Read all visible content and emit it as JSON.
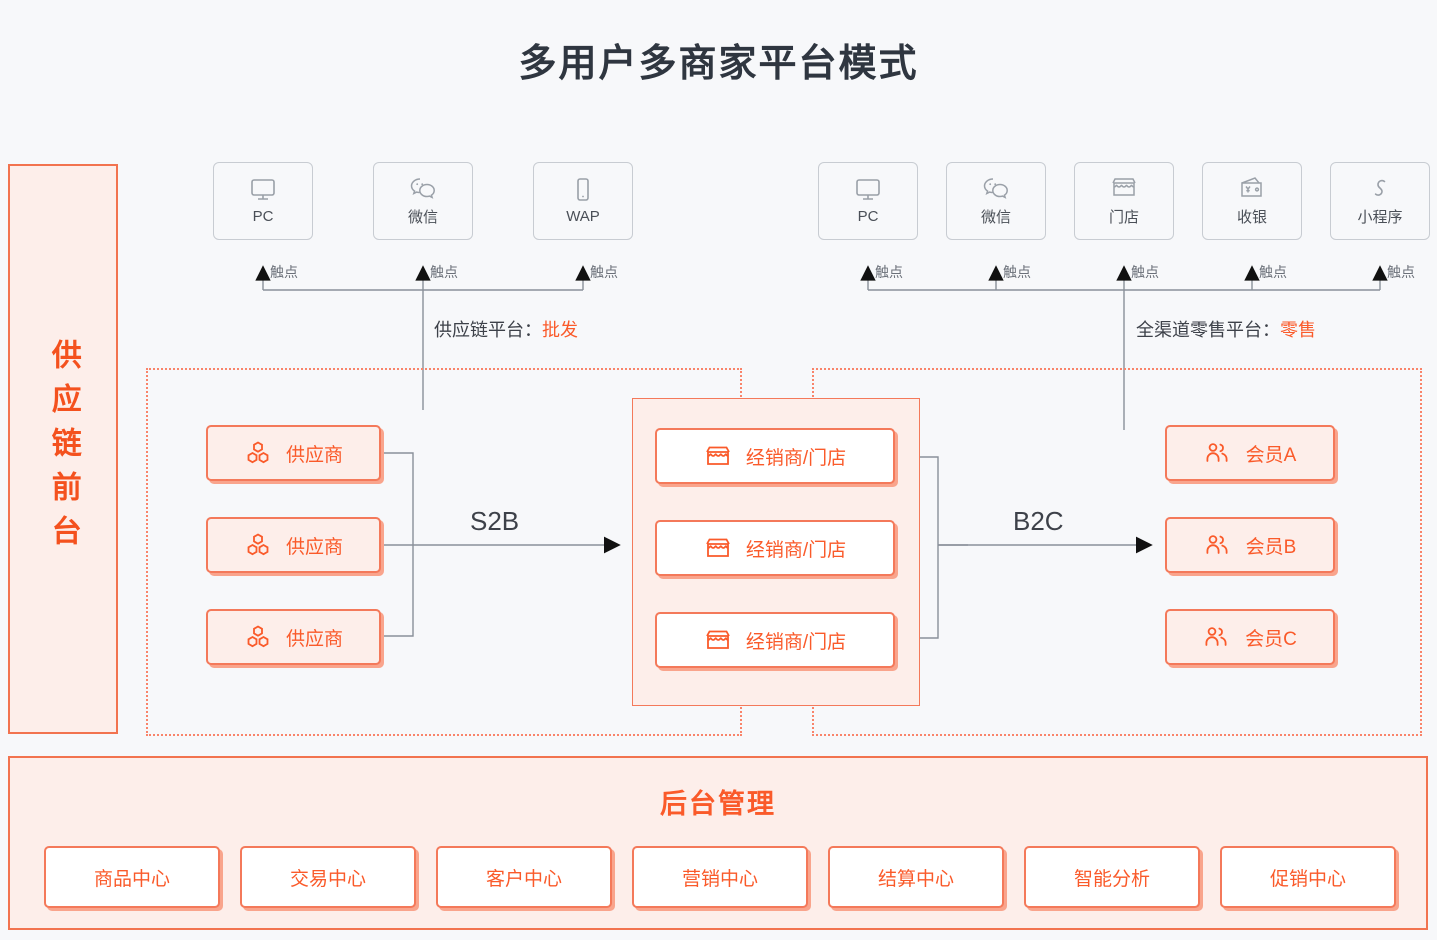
{
  "page": {
    "title": "多用户多商家平台模式",
    "background": "#f7f8fa",
    "accent": "#fa5a2a",
    "accent_border": "#f4795a",
    "accent_fill": "#fdeeea",
    "wire_color": "#8a9099"
  },
  "rail": {
    "label": "供应链前台"
  },
  "platforms": {
    "supply": {
      "prefix": "供应链平台：",
      "value": "批发"
    },
    "retail": {
      "prefix": "全渠道零售平台：",
      "value": "零售"
    }
  },
  "touchpoint_label": "触点",
  "channels_left": [
    {
      "label": "PC",
      "icon": "monitor-icon"
    },
    {
      "label": "微信",
      "icon": "wechat-icon"
    },
    {
      "label": "WAP",
      "icon": "mobile-icon"
    }
  ],
  "channels_right": [
    {
      "label": "PC",
      "icon": "monitor-icon"
    },
    {
      "label": "微信",
      "icon": "wechat-icon"
    },
    {
      "label": "门店",
      "icon": "shop-icon"
    },
    {
      "label": "收银",
      "icon": "cashier-icon"
    },
    {
      "label": "小程序",
      "icon": "miniprogram-icon"
    }
  ],
  "suppliers": [
    {
      "label": "供应商",
      "icon": "hex-cluster-icon"
    },
    {
      "label": "供应商",
      "icon": "hex-cluster-icon"
    },
    {
      "label": "供应商",
      "icon": "hex-cluster-icon"
    }
  ],
  "dealers": [
    {
      "label": "经销商/门店",
      "icon": "shop-icon"
    },
    {
      "label": "经销商/门店",
      "icon": "shop-icon"
    },
    {
      "label": "经销商/门店",
      "icon": "shop-icon"
    }
  ],
  "members": [
    {
      "label": "会员A",
      "icon": "members-icon"
    },
    {
      "label": "会员B",
      "icon": "members-icon"
    },
    {
      "label": "会员C",
      "icon": "members-icon"
    }
  ],
  "flows": {
    "left": "S2B",
    "right": "B2C"
  },
  "backend": {
    "title": "后台管理",
    "items": [
      {
        "label": "商品中心"
      },
      {
        "label": "交易中心"
      },
      {
        "label": "客户中心"
      },
      {
        "label": "营销中心"
      },
      {
        "label": "结算中心"
      },
      {
        "label": "智能分析"
      },
      {
        "label": "促销中心"
      }
    ]
  }
}
